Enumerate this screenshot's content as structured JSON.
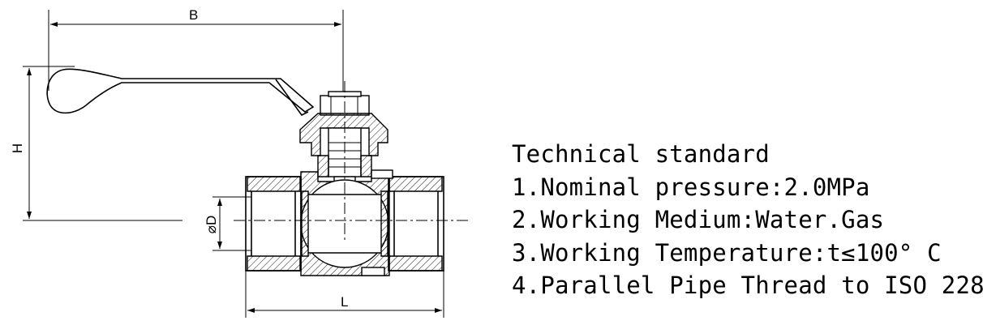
{
  "drawing": {
    "dimension_labels": {
      "b": "B",
      "h": "H",
      "d": "⌀D",
      "l": "L"
    }
  },
  "spec": {
    "title": "Technical standard",
    "items": [
      "1.Nominal pressure:2.0MPa",
      "2.Working Medium:Water.Gas",
      "3.Working Temperature:t≤100° C",
      "4.Parallel Pipe Thread to ISO 228"
    ]
  }
}
